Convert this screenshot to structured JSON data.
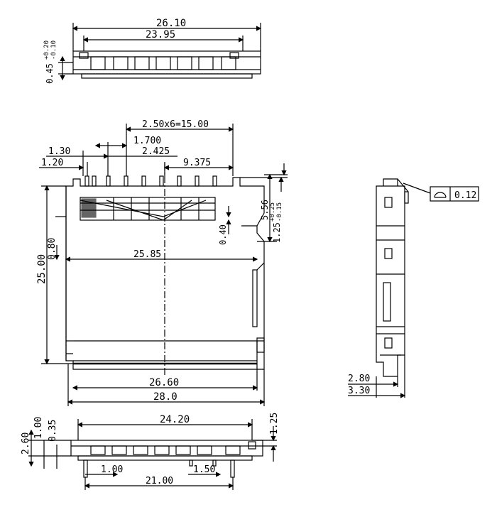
{
  "drawing": {
    "colors": {
      "line": "#000000",
      "background": "#ffffff"
    },
    "top_view": {
      "dim_overall_width": "26.10",
      "dim_inner_width": "23.95",
      "dim_height": "0.45",
      "tol_plus": "+0.20",
      "tol_minus": "-0.10"
    },
    "plan_view": {
      "dim_pitch_total": "2.50x6=15.00",
      "dim_1700": "1.700",
      "dim_130": "1.30",
      "dim_2425": "2.425",
      "dim_120": "1.20",
      "dim_9375": "9.375",
      "dim_556": "5.56",
      "dim_125": "1.25",
      "dim_125_tol_plus": "+0.25",
      "dim_125_tol_minus": "-0.15",
      "dim_040": "0.40",
      "dim_080": "0.80",
      "dim_2585": "25.85",
      "dim_2500": "25.00",
      "dim_2660": "26.60",
      "dim_280": "28.0"
    },
    "side_view": {
      "flatness_tolerance": "0.12",
      "flatness_symbol": "flatness-icon",
      "dim_280": "2.80",
      "dim_330": "3.30"
    },
    "bottom_view": {
      "dim_2420": "24.20",
      "dim_125": "1.25",
      "dim_260": "2.60",
      "dim_100_v": "1.00",
      "dim_035": "0.35",
      "dim_100_h": "1.00",
      "dim_150": "1.50",
      "dim_2100": "21.00"
    }
  }
}
